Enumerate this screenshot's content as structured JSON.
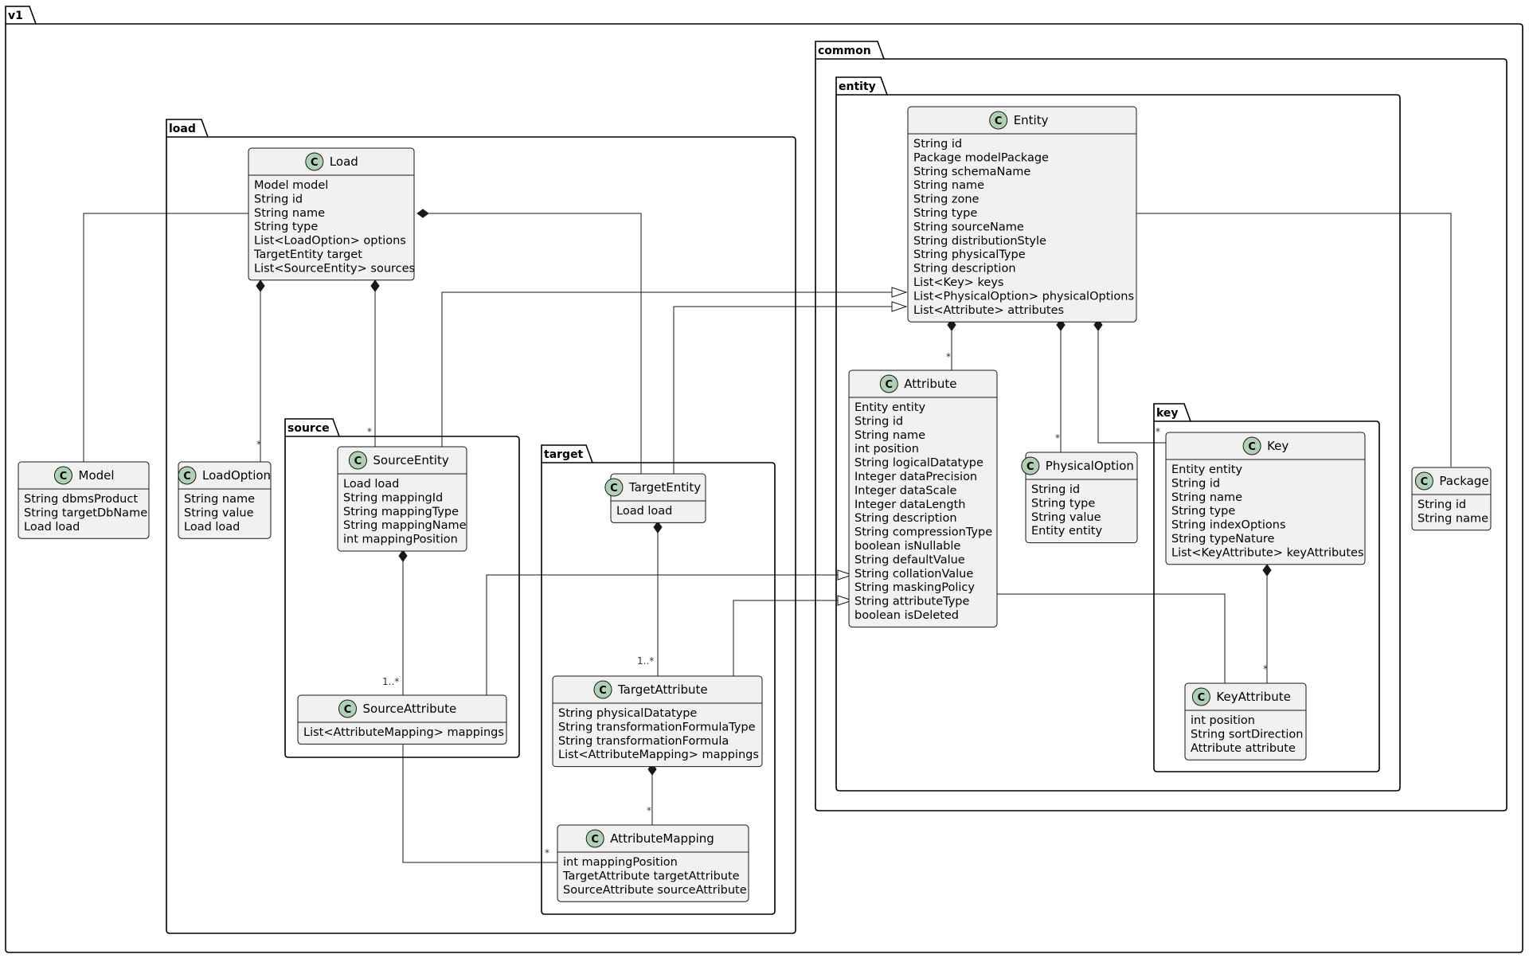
{
  "packages": {
    "v1": "v1",
    "load": "load",
    "source": "source",
    "target": "target",
    "common": "common",
    "entity": "entity",
    "key": "key"
  },
  "classes": {
    "Entity": {
      "name": "Entity",
      "fields": [
        "String id",
        "Package modelPackage",
        "String schemaName",
        "String name",
        "String zone",
        "String type",
        "String sourceName",
        "String distributionStyle",
        "String physicalType",
        "String description",
        "List<Key> keys",
        "List<PhysicalOption> physicalOptions",
        "List<Attribute> attributes"
      ]
    },
    "Load": {
      "name": "Load",
      "fields": [
        "Model model",
        "String id",
        "String name",
        "String type",
        "List<LoadOption> options",
        "TargetEntity target",
        "List<SourceEntity> sources"
      ]
    },
    "Model": {
      "name": "Model",
      "fields": [
        "String dbmsProduct",
        "String targetDbName",
        "Load load"
      ]
    },
    "LoadOption": {
      "name": "LoadOption",
      "fields": [
        "String name",
        "String value",
        "Load load"
      ]
    },
    "SourceEntity": {
      "name": "SourceEntity",
      "fields": [
        "Load load",
        "String mappingId",
        "String mappingType",
        "String mappingName",
        "int mappingPosition"
      ]
    },
    "SourceAttribute": {
      "name": "SourceAttribute",
      "fields": [
        "List<AttributeMapping> mappings"
      ]
    },
    "TargetEntity": {
      "name": "TargetEntity",
      "fields": [
        "Load load"
      ]
    },
    "TargetAttribute": {
      "name": "TargetAttribute",
      "fields": [
        "String physicalDatatype",
        "String transformationFormulaType",
        "String transformationFormula",
        "List<AttributeMapping> mappings"
      ]
    },
    "AttributeMapping": {
      "name": "AttributeMapping",
      "fields": [
        "int mappingPosition",
        "TargetAttribute targetAttribute",
        "SourceAttribute sourceAttribute"
      ]
    },
    "Attribute": {
      "name": "Attribute",
      "fields": [
        "Entity entity",
        "String id",
        "String name",
        "int position",
        "String logicalDatatype",
        "Integer dataPrecision",
        "Integer dataScale",
        "Integer dataLength",
        "String description",
        "String compressionType",
        "boolean isNullable",
        "String defaultValue",
        "String collationValue",
        "String maskingPolicy",
        "String attributeType",
        "boolean isDeleted"
      ]
    },
    "PhysicalOption": {
      "name": "PhysicalOption",
      "fields": [
        "String id",
        "String type",
        "String value",
        "Entity entity"
      ]
    },
    "Key": {
      "name": "Key",
      "fields": [
        "Entity entity",
        "String id",
        "String name",
        "String type",
        "String indexOptions",
        "String typeNature",
        "List<KeyAttribute> keyAttributes"
      ]
    },
    "KeyAttribute": {
      "name": "KeyAttribute",
      "fields": [
        "int position",
        "String sortDirection",
        "Attribute attribute"
      ]
    },
    "Package": {
      "name": "Package",
      "fields": [
        "String id",
        "String name"
      ]
    }
  },
  "multiplicities": {
    "attrs": "*",
    "options": "*",
    "sources": "*",
    "source_attrs": "1..*",
    "target_attrs": "1..*",
    "mappings_t": "*",
    "mappings_s": "*",
    "phys": "*",
    "keys": "*",
    "keyattrs": "*"
  }
}
